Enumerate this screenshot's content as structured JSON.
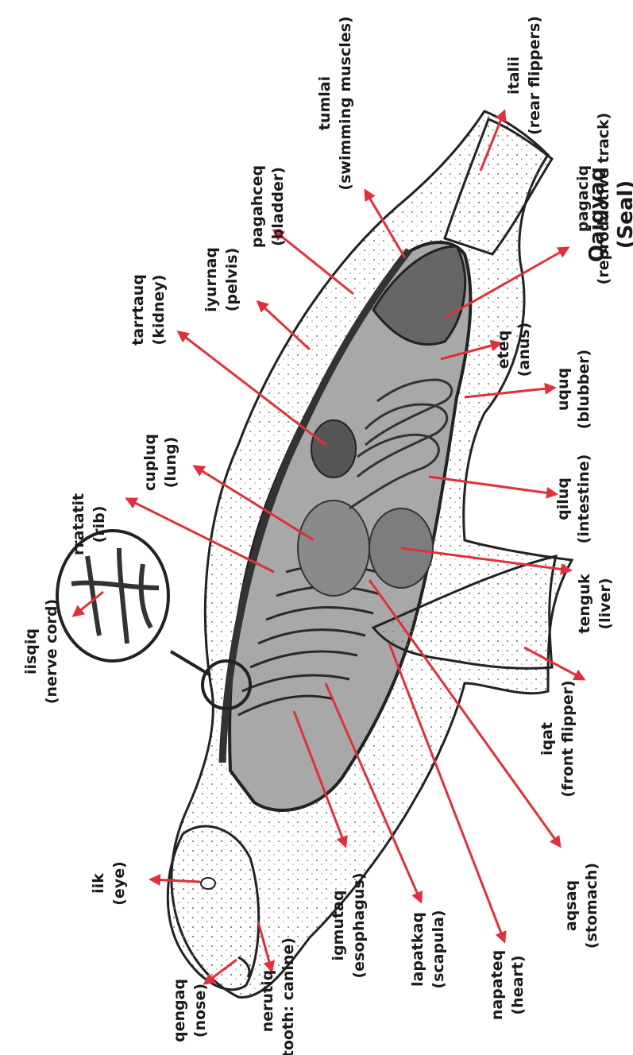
{
  "title": {
    "native": "Qaigyaq",
    "english": "(Seal)"
  },
  "labels": {
    "iisqiq": {
      "native": "iisqiq",
      "english": "(nerve cord)"
    },
    "rratatit": {
      "native": "rratatit",
      "english": "(rib)"
    },
    "cupluq": {
      "native": "cupluq",
      "english": "(lung)"
    },
    "tarrtauq": {
      "native": "tarrtauq",
      "english": "(kidney)"
    },
    "iyurnaq": {
      "native": "iyurnaq",
      "english": "(pelvis)"
    },
    "pagahceq": {
      "native": "pagahceq",
      "english": "(bladder)"
    },
    "tumlai": {
      "native": "tumlai",
      "english": "(swimming muscles)"
    },
    "italii": {
      "native": "italii",
      "english": "(rear flippers)"
    },
    "pagaciq": {
      "native": "pagaciq",
      "english": "(reproductive track)"
    },
    "eteq": {
      "native": "eteq",
      "english": "(anus)"
    },
    "uquq": {
      "native": "uquq",
      "english": "(blubber)"
    },
    "qiluq": {
      "native": "qiluq",
      "english": "(intestine)"
    },
    "tenguk": {
      "native": "tenguk",
      "english": "(liver)"
    },
    "iqat": {
      "native": "iqat",
      "english": "(front flipper)"
    },
    "aqsaq": {
      "native": "aqsaq",
      "english": "(stomach)"
    },
    "napateq": {
      "native": "napateq",
      "english": "(heart)"
    },
    "lapatkaq": {
      "native": "lapatkaq",
      "english": "(scapula)"
    },
    "igmutaq": {
      "native": "igmutaq",
      "english": "(esophagus)"
    },
    "nerutiq": {
      "native": "nerutiq",
      "english": "(tooth: canine)"
    },
    "qengaq": {
      "native": "qengaq",
      "english": "(nose)"
    },
    "iik": {
      "native": "iik",
      "english": "(eye)"
    }
  },
  "colors": {
    "arrow": "#e0303c",
    "ink": "#1a1a1a",
    "tissue": "#9a9a9a",
    "speckle": "#5a5a5a"
  }
}
